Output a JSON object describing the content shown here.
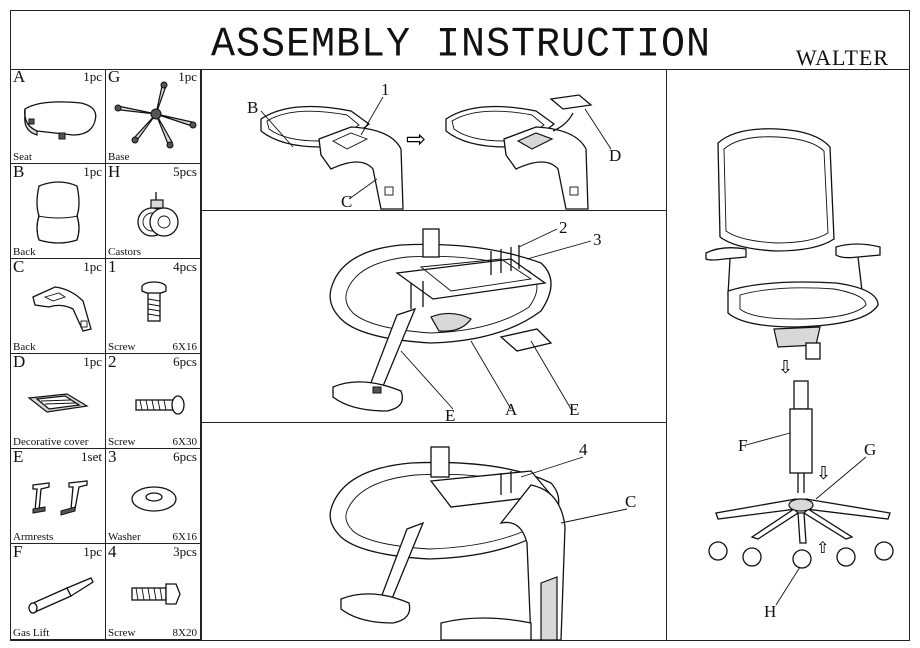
{
  "header": {
    "title": "ASSEMBLY INSTRUCTION",
    "brand": "WALTER"
  },
  "parts": [
    {
      "letter": "A",
      "qty": "1pc",
      "name": "Seat",
      "size": "",
      "icon": "seat-icon"
    },
    {
      "letter": "G",
      "qty": "1pc",
      "name": "Base",
      "size": "",
      "icon": "base-icon"
    },
    {
      "letter": "B",
      "qty": "1pc",
      "name": "Back",
      "size": "",
      "icon": "back-cushion-icon"
    },
    {
      "letter": "H",
      "qty": "5pcs",
      "name": "Castors",
      "size": "",
      "icon": "castor-icon"
    },
    {
      "letter": "C",
      "qty": "1pc",
      "name": "Back",
      "size": "",
      "icon": "back-frame-icon"
    },
    {
      "letter": "1",
      "qty": "4pcs",
      "name": "Screw",
      "size": "6X16",
      "icon": "screw-icon"
    },
    {
      "letter": "D",
      "qty": "1pc",
      "name": "Decorative cover",
      "size": "",
      "icon": "decorative-cover-icon"
    },
    {
      "letter": "2",
      "qty": "6pcs",
      "name": "Screw",
      "size": "6X30",
      "icon": "long-screw-icon"
    },
    {
      "letter": "E",
      "qty": "1set",
      "name": "Armrests",
      "size": "",
      "icon": "armrests-icon"
    },
    {
      "letter": "3",
      "qty": "6pcs",
      "name": "Washer",
      "size": "6X16",
      "icon": "washer-icon"
    },
    {
      "letter": "F",
      "qty": "1pc",
      "name": "Gas Lift",
      "size": "",
      "icon": "gas-lift-icon"
    },
    {
      "letter": "4",
      "qty": "3pcs",
      "name": "Screw",
      "size": "8X20",
      "icon": "hex-screw-icon"
    }
  ],
  "steps": {
    "step1": {
      "labels": [
        "B",
        "1",
        "C",
        "D"
      ],
      "arrow": "⇨"
    },
    "step2": {
      "labels": [
        "2",
        "3",
        "E",
        "A",
        "E"
      ]
    },
    "step3": {
      "labels": [
        "4",
        "C"
      ]
    },
    "final": {
      "labels": [
        "F",
        "G",
        "H"
      ]
    }
  },
  "colors": {
    "line": "#111111",
    "fill": "#d8d8d8",
    "background": "#ffffff"
  }
}
